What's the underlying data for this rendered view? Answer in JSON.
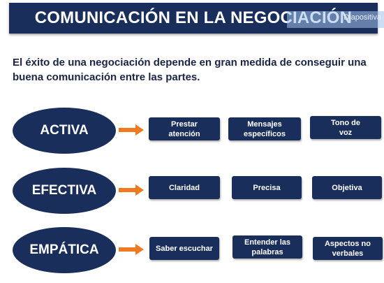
{
  "header": {
    "title": "COMUNICACIÓN EN LA NEGOCIACIÓN",
    "overlay_label": "Diapositiva"
  },
  "intro": "El éxito de una negociación depende en gran medida de conseguir una buena comunicación entre las partes.",
  "colors": {
    "navy": "#192e5b",
    "arrow_orange": "#f07a22",
    "text_dark": "#1a2446"
  },
  "rows": [
    {
      "label": "ACTIVA",
      "items": [
        "Prestar\natención",
        "Mensajes\nespecíficos",
        "Tono de\nvoz"
      ]
    },
    {
      "label": "EFECTIVA",
      "items": [
        "Claridad",
        "Precisa",
        "Objetiva"
      ]
    },
    {
      "label": "EMPÁTICA",
      "items": [
        "Saber escuchar",
        "Entender las\npalabras",
        "Aspectos no\nverbales"
      ]
    }
  ]
}
